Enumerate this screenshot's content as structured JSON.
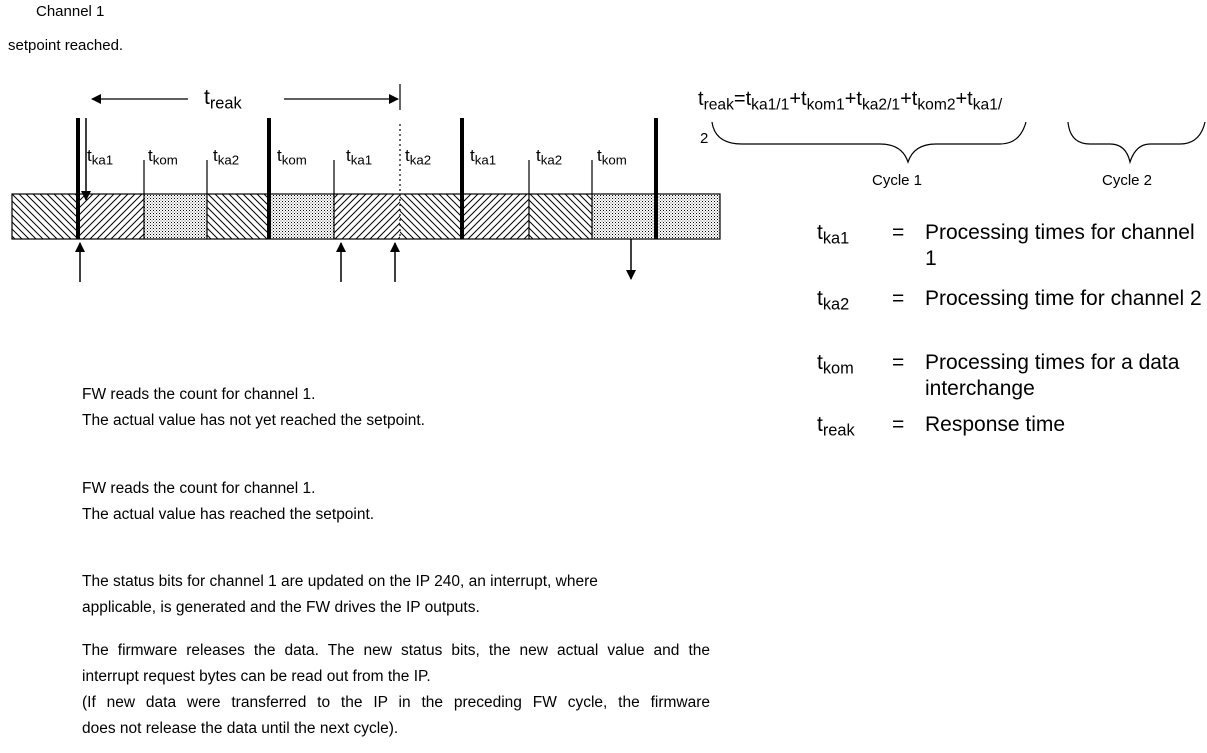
{
  "diagram": {
    "setpoint_note": {
      "line1": "Channel 1",
      "line2": "setpoint reached."
    },
    "treak_arrow": {
      "sym": "t",
      "sub": "reak"
    },
    "segments": [
      {
        "sym": "t",
        "sub": "ka1"
      },
      {
        "sym": "t",
        "sub": "kom"
      },
      {
        "sym": "t",
        "sub": "ka2"
      },
      {
        "sym": "t",
        "sub": "kom"
      },
      {
        "sym": "t",
        "sub": "ka1"
      },
      {
        "sym": "t",
        "sub": "ka2"
      },
      {
        "sym": "t",
        "sub": "ka1"
      },
      {
        "sym": "t",
        "sub": "ka2"
      },
      {
        "sym": "t",
        "sub": "kom"
      }
    ],
    "formula": {
      "parts": [
        {
          "t": "t",
          "s": "reak"
        },
        {
          "t": "=t",
          "s": "ka1/1"
        },
        {
          "t": "+t",
          "s": "kom1"
        },
        {
          "t": "+t",
          "s": "ka2/1"
        },
        {
          "t": "+t",
          "s": "kom2"
        },
        {
          "t": "+t",
          "s": "ka1/"
        }
      ],
      "wrap": "2"
    },
    "cycles": [
      "Cycle 1",
      "Cycle 2"
    ]
  },
  "legend": [
    {
      "sym": "t",
      "sub": "ka1",
      "eq": "=",
      "text": "Processing times for channel 1"
    },
    {
      "sym": "t",
      "sub": "ka2",
      "eq": "=",
      "text": "Processing time for channel 2"
    },
    {
      "sym": "t",
      "sub": "kom",
      "eq": "=",
      "text": "Processing times for a data interchange"
    },
    {
      "sym": "t",
      "sub": "reak",
      "eq": "=",
      "text": "Response time"
    }
  ],
  "notes": [
    {
      "lines": [
        "FW reads the count for channel 1.",
        "The actual value has not yet reached the setpoint."
      ]
    },
    {
      "lines": [
        "FW reads the count for channel 1.",
        "The actual value has reached the setpoint."
      ]
    },
    {
      "lines": [
        "The status bits for channel 1 are updated on the IP 240, an interrupt, where",
        "applicable, is generated and the FW drives the IP outputs."
      ]
    },
    {
      "lines": [
        "The firmware releases the data. The new status bits, the new actual value and the",
        "interrupt request bytes can be read out from the IP.",
        "(If new data were transferred to the IP in the preceding FW cycle, the firmware",
        "does not release the data until the next cycle)."
      ]
    }
  ]
}
